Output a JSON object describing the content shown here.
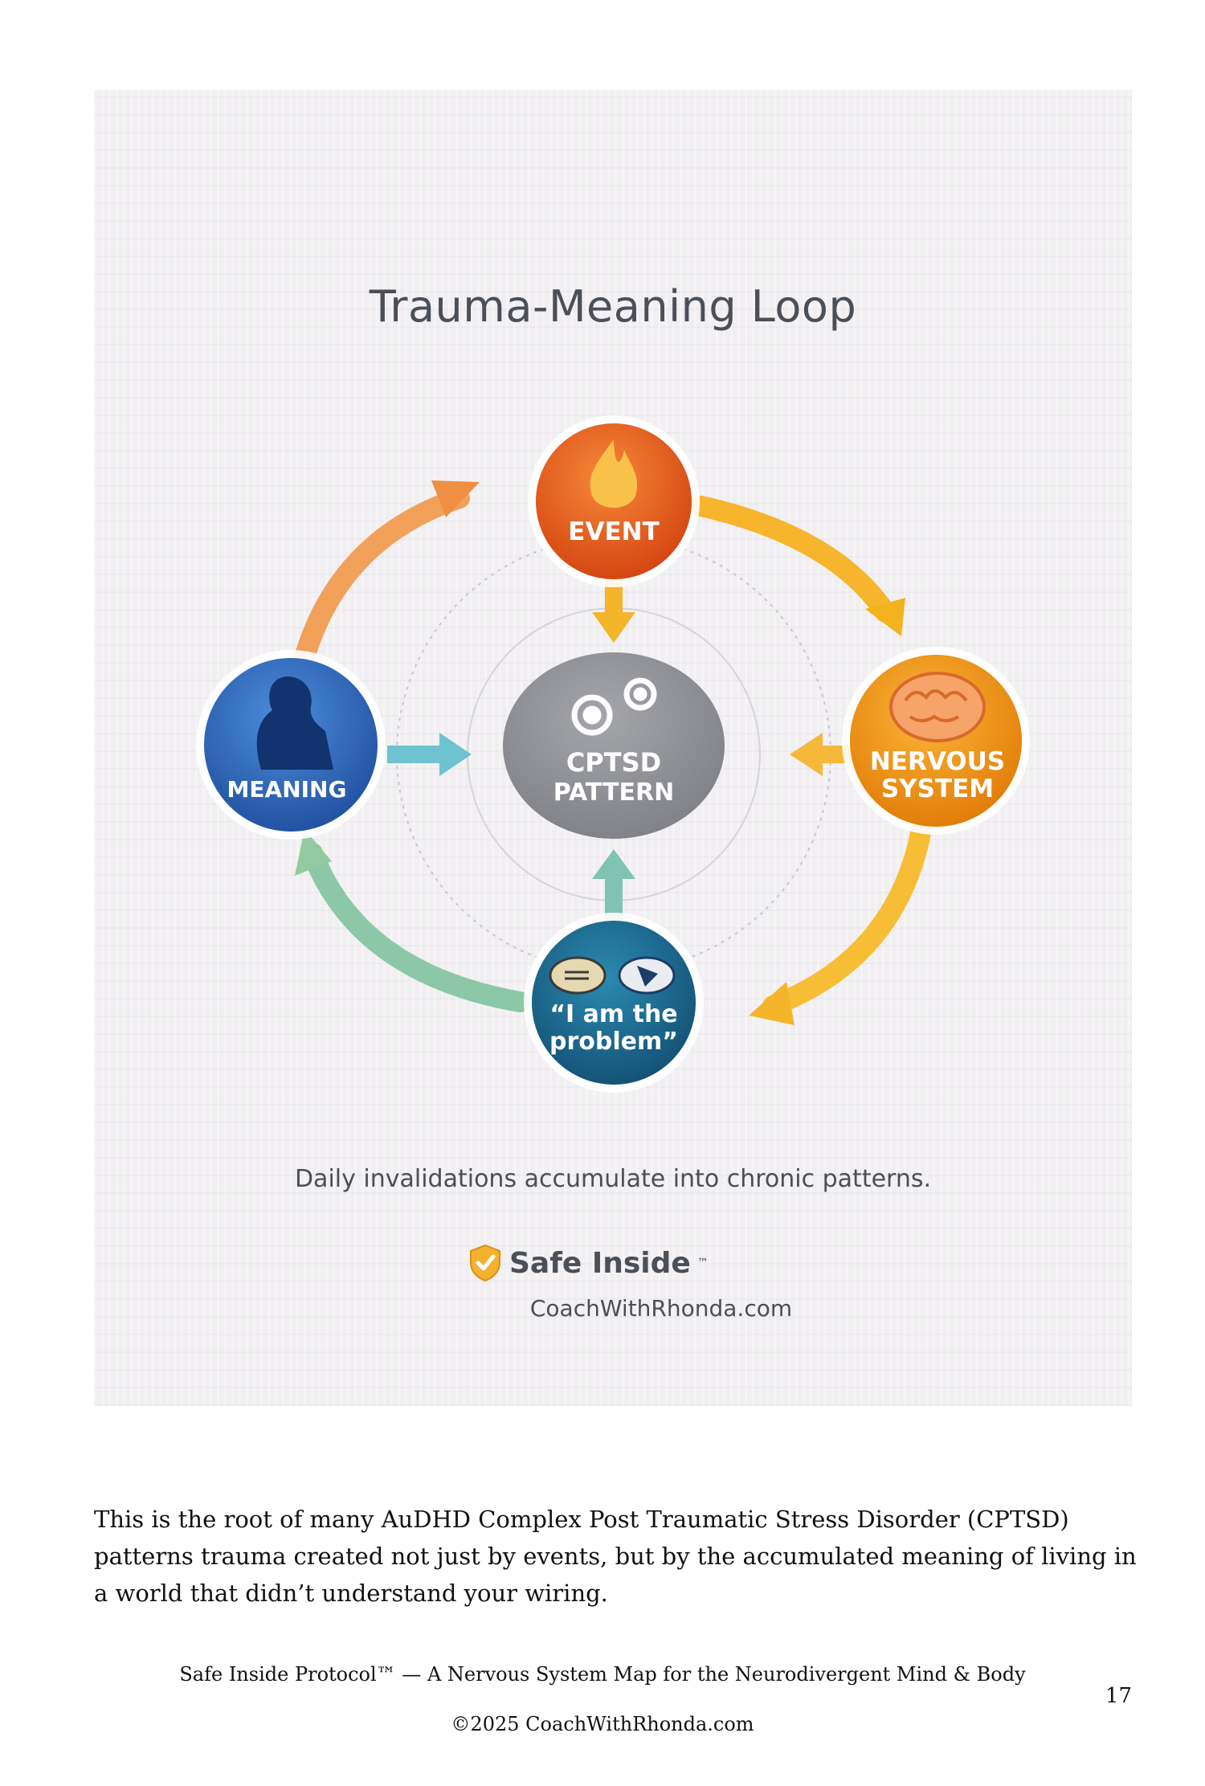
{
  "figure": {
    "title": "Trauma-Meaning Loop",
    "nodes": {
      "event": "EVENT",
      "nervous_system": [
        "NERVOUS",
        "SYSTEM"
      ],
      "belief": [
        "“I am the",
        "problem”"
      ],
      "meaning": "MEANING",
      "center": [
        "CPTSD",
        "PATTERN"
      ]
    },
    "caption": "Daily invalidations accumulate into chronic patterns.",
    "brand": {
      "name": "Safe Inside",
      "tm": "™",
      "url": "CoachWithRhonda.com"
    },
    "colors": {
      "event": "#e8571a",
      "nervous": "#f39a0c",
      "belief": "#1d6c93",
      "meaning": "#2a66ba",
      "center": "#8e8f93"
    }
  },
  "body": {
    "paragraph": "This is the root of many AuDHD Complex Post Traumatic Stress Disorder (CPTSD) patterns trauma created not just by events, but by the accumulated meaning of living in a world that didn’t understand your wiring."
  },
  "footer": {
    "line1": "Safe Inside Protocol™ — A Nervous System Map for the Neurodivergent Mind & Body",
    "line2": "©2025 CoachWithRhonda.com",
    "page_number": "17"
  }
}
